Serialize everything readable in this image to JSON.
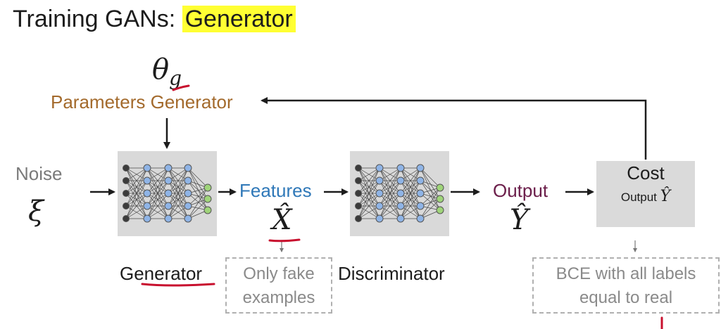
{
  "title": {
    "prefix": "Training GANs: ",
    "highlight": "Generator"
  },
  "theta_symbol": "θ",
  "theta_subscript": "g",
  "parameters_label": "Parameters Generator",
  "noise": {
    "label": "Noise",
    "symbol": "ξ"
  },
  "features": {
    "label": "Features",
    "symbol": "X̂"
  },
  "output": {
    "label": "Output",
    "symbol": "Ŷ"
  },
  "cost": {
    "label": "Cost",
    "sub_label": "Output",
    "sub_symbol": "Ŷ"
  },
  "generator_label": "Generator",
  "discriminator_label": "Discriminator",
  "fake_note": {
    "line1": "Only fake",
    "line2": "examples"
  },
  "bce_note": {
    "line1": "BCE with all labels",
    "line2": "equal to real"
  },
  "colors": {
    "highlight": "#ffff33",
    "parameters": "#a36a2c",
    "features": "#2f78b8",
    "output": "#6b1e4a",
    "annotation": "#c8102e",
    "network_box": "#d9d9d9"
  }
}
